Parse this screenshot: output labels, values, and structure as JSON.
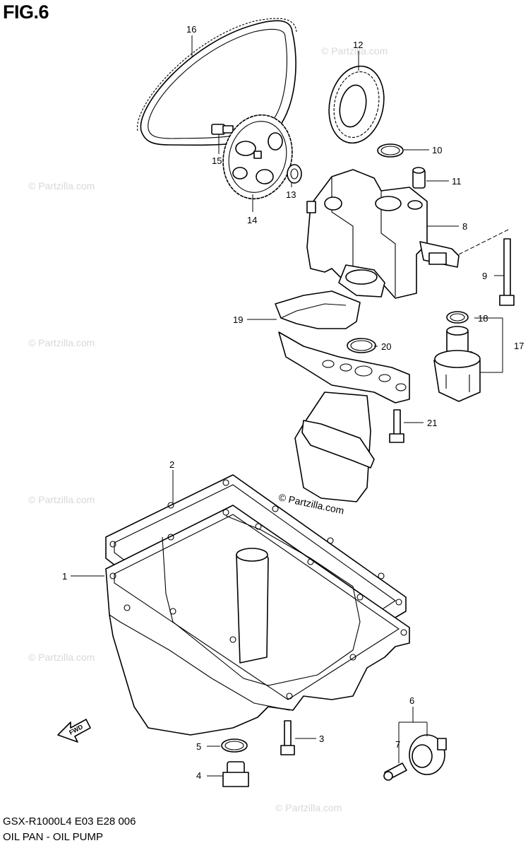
{
  "figure": {
    "title": "FIG.6",
    "model_code": "GSX-R1000L4  E03  E28  006",
    "caption": "OIL PAN - OIL PUMP"
  },
  "watermark": {
    "text": "© Partzilla.com",
    "center_text": "© Partzilla.com"
  },
  "callouts": [
    "1",
    "2",
    "3",
    "4",
    "5",
    "6",
    "7",
    "8",
    "9",
    "10",
    "11",
    "12",
    "13",
    "14",
    "15",
    "16",
    "17",
    "18",
    "19",
    "20",
    "21"
  ],
  "fwd_label": "FWD",
  "colors": {
    "line": "#000000",
    "background": "#ffffff",
    "watermark": "#d8d8d8"
  }
}
